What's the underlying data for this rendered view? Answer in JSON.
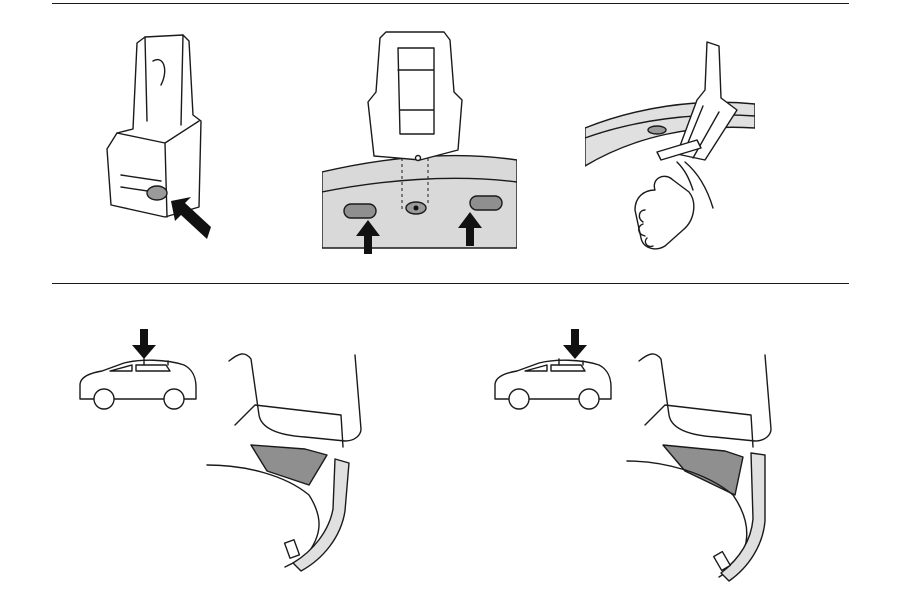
{
  "colors": {
    "line": "#1a1a1a",
    "fill": "#ffffff",
    "shade": "#bdbdbd",
    "pad": "#8f8f8f",
    "body_panel": "#e6e6e6",
    "roof_strip": "#9a9a9a",
    "arrow": "#111111"
  },
  "icons": {
    "arrow": "solid-arrow-icon",
    "car": "hatchback-car-icon",
    "hand": "hand-icon"
  },
  "steps": [
    {
      "id": "step-1",
      "depicts": "bracket-with-hole-arrow"
    },
    {
      "id": "step-2",
      "depicts": "bracket-over-roof-fixing-points"
    },
    {
      "id": "step-3",
      "depicts": "hand-inserting-clip-into-roof-hole"
    },
    {
      "id": "step-4",
      "depicts": "front-position-car-and-foot-pad-fit"
    },
    {
      "id": "step-5",
      "depicts": "rear-position-car-and-foot-pad-fit"
    }
  ]
}
